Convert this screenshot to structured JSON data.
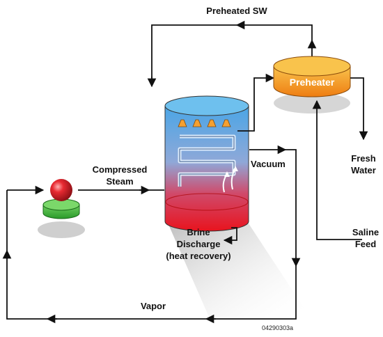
{
  "labels": {
    "preheated_sw": "Preheated SW",
    "preheater": "Preheater",
    "fresh": "Fresh",
    "water": "Water",
    "compressed": "Compressed",
    "steam": "Steam",
    "vacuum": "Vacuum",
    "brine": "Brine",
    "discharge": "Discharge",
    "heat_recovery": "(heat recovery)",
    "saline": "Saline",
    "feed": "Feed",
    "vapor": "Vapor",
    "figure_code": "04290303a"
  },
  "colors": {
    "line": "#111111",
    "preheater_top": "#f7c04a",
    "preheater_body": "#f08a1c",
    "tank_top": "#5fb0e6",
    "tank_bottom": "#e8141e",
    "compressor_ball": "#e0202a",
    "compressor_base": "#3cb035",
    "nozzle": "#f5a030"
  }
}
